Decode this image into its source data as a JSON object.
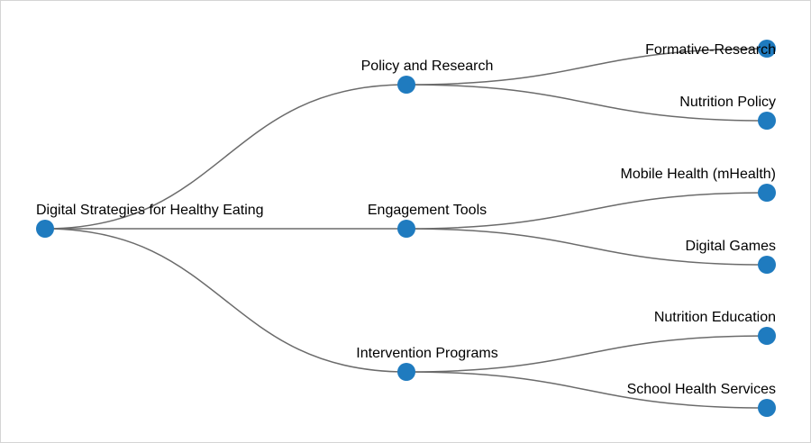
{
  "tree": {
    "root": {
      "label": "Digital Strategies for Healthy Eating"
    },
    "branches": [
      {
        "label": "Policy and Research",
        "children": [
          {
            "label": "Formative-Research"
          },
          {
            "label": "Nutrition Policy"
          }
        ]
      },
      {
        "label": "Engagement Tools",
        "children": [
          {
            "label": "Mobile Health (mHealth)"
          },
          {
            "label": "Digital Games"
          }
        ]
      },
      {
        "label": "Intervention Programs",
        "children": [
          {
            "label": "Nutrition Education"
          },
          {
            "label": "School Health Services"
          }
        ]
      }
    ]
  },
  "colors": {
    "node_fill": "#1f7bbf",
    "link_stroke": "#6b6b6b",
    "text": "#000000",
    "border": "#d4d4d4"
  }
}
